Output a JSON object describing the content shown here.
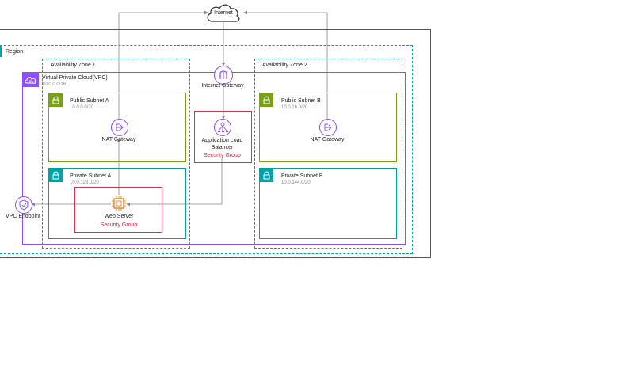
{
  "internet": {
    "label": "Internet"
  },
  "region": {
    "label": "Region"
  },
  "vpc": {
    "label": "Virtual Private Cloud(VPC)",
    "cidr": "10.0.0.0/16"
  },
  "az1": {
    "label": "Availability Zone 1"
  },
  "az2": {
    "label": "Availability Zone 2"
  },
  "internet_gateway": {
    "label": "Internet Gateway"
  },
  "public_subnet_a": {
    "label": "Public Subnet A",
    "cidr": "10.0.0.0/20"
  },
  "public_subnet_b": {
    "label": "Public Subnet B",
    "cidr": "10.0.16.0/20"
  },
  "private_subnet_a": {
    "label": "Private Subnet A",
    "cidr": "10.0.128.0/20"
  },
  "private_subnet_b": {
    "label": "Private Subnet B",
    "cidr": "10.0.144.0/20"
  },
  "nat_gateway_a": {
    "label": "NAT Gateway"
  },
  "nat_gateway_b": {
    "label": "NAT Gateway"
  },
  "alb": {
    "label_line1": "Application Load",
    "label_line2": "Balancer",
    "security_group": "Security Group"
  },
  "web_server": {
    "label": "Web Server",
    "security_group": "Security Group"
  },
  "vpc_endpoint": {
    "label": "VPC Endpoint"
  },
  "colors": {
    "region_border": "#00a4a6",
    "vpc": "#8c4fff",
    "az_border": "#00a4a6",
    "public_subnet": "#7aa116",
    "private_subnet": "#00a4a6",
    "security_group": "#dd344c",
    "ec2": "#ed7100",
    "wire": "#888888"
  }
}
